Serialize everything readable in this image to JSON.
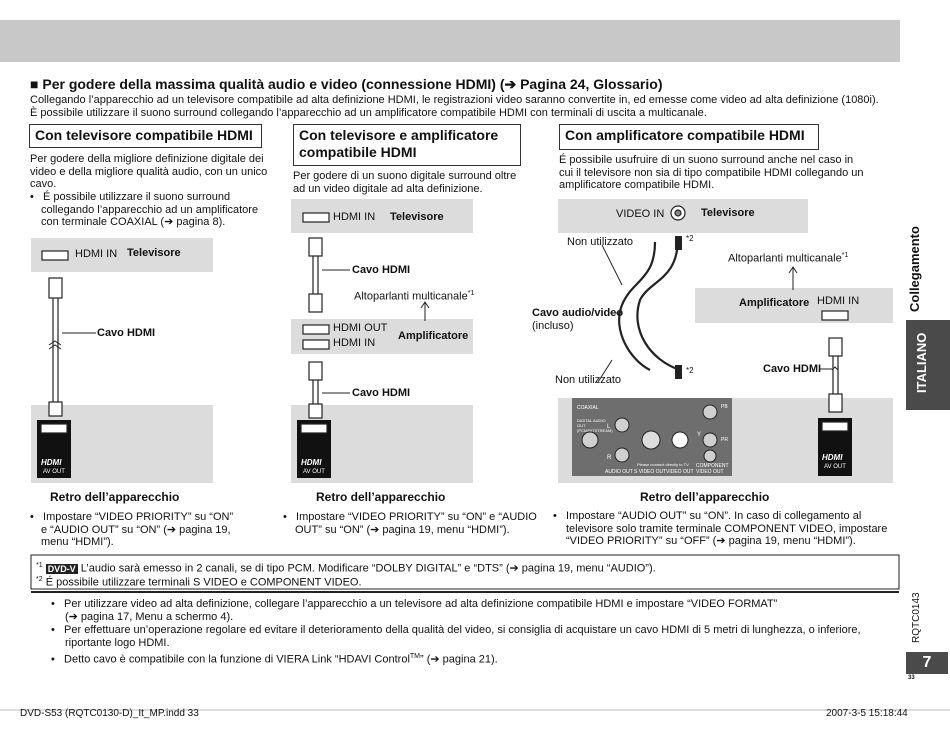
{
  "header": {
    "heading": "Per godere della massima qualità audio e video (connessione HDMI) (➔ Pagina 24, Glossario)",
    "intro_line1": "Collegando l’apparecchio ad un televisore compatibile ad alta definizione HDMI, le registrazioni video saranno convertite in, ed emesse come video ad alta definizione (1080i).",
    "intro_line2": "È possibile utilizzare il suono surround collegando l’apparecchio ad un amplificatore compatibile HDMI con terminali di uscita a multicanale."
  },
  "col1": {
    "title": "Con televisore compatibile HDMI",
    "desc": [
      "Per godere della migliore definizione digitale dei",
      "video e della migliore qualità audio, con un unico",
      "cavo."
    ],
    "bullet": [
      "É possibile utilizzare il suono surround",
      "collegando l’apparecchio ad un amplificatore",
      "con terminale COAXIAL (➔ pagina 8)."
    ],
    "tv_in": "HDMI IN",
    "tv": "Televisore",
    "cable": "Cavo HDMI",
    "hdmi_logo": "HDMI",
    "av_out": "AV OUT",
    "back": "Retro dell’apparecchio",
    "note": [
      "Impostare “VIDEO PRIORITY” su “ON”",
      "e “AUDIO OUT” su “ON” (➔ pagina 19,",
      "menu “HDMI”)."
    ]
  },
  "col2": {
    "title_line1": "Con televisore e amplificatore",
    "title_line2": "compatibile HDMI",
    "desc": [
      "Per godere di un suono digitale surround oltre",
      "ad un video digitale ad alta definizione."
    ],
    "tv_in": "HDMI IN",
    "tv": "Televisore",
    "cable1": "Cavo HDMI",
    "speakers": "Altoparlanti multicanale",
    "speakers_mark": "*1",
    "amp_out": "HDMI OUT",
    "amp_in": "HDMI IN",
    "amp": "Amplificatore",
    "cable2": "Cavo HDMI",
    "hdmi_logo": "HDMI",
    "av_out": "AV OUT",
    "back": "Retro dell’apparecchio",
    "note": [
      "Impostare “VIDEO PRIORITY” su “ON” e “AUDIO",
      "OUT” su “ON” (➔ pagina 19, menu “HDMI”)."
    ]
  },
  "col3": {
    "title": "Con amplificatore compatibile HDMI",
    "desc": [
      "É possibile usufruire di un suono surround anche nel caso in",
      "cui il televisore non sia di tipo compatibile HDMI collegando un",
      "amplificatore compatibile HDMI."
    ],
    "video_in": "VIDEO IN",
    "tv": "Televisore",
    "not_used1": "Non utilizzato",
    "mark2a": "*2",
    "speakers": "Altoparlanti multicanale",
    "speakers_mark": "*1",
    "amp": "Amplificatore",
    "amp_in": "HDMI IN",
    "cable_av": "Cavo audio/video",
    "included": "(incluso)",
    "not_used2": "Non utilizzato",
    "mark2b": "*2",
    "cable": "Cavo HDMI",
    "panel_labels": [
      "COAXIAL",
      "DIGITAL AUDIO OUT (PCM/BITSTREAM)",
      "Please connect directly to TV.",
      "AUDIO OUT",
      "S VIDEO OUT",
      "VIDEO OUT",
      "COMPONENT VIDEO OUT",
      "L",
      "R",
      "Y",
      "PB",
      "PR"
    ],
    "hdmi_logo": "HDMI",
    "av_out": "AV OUT",
    "back": "Retro dell’apparecchio",
    "note": [
      "Impostare “AUDIO OUT” su “ON”. In caso di collegamento al",
      "televisore solo tramite terminale COMPONENT VIDEO, impostare",
      "“VIDEO PRIORITY” su “OFF” (➔ pagina 19, menu “HDMI”)."
    ]
  },
  "footnotes": {
    "n1_mark": "*1",
    "badge": "DVD-V",
    "n1_text": "L’audio sarà emesso in 2 canali, se di tipo PCM. Modificare “DOLBY DIGITAL” e “DTS” (➔ pagina 19, menu “AUDIO”).",
    "n2_mark": "*2",
    "n2_text": "É possibile utilizzare terminali S VIDEO e COMPONENT VIDEO."
  },
  "bullets": [
    "Per utilizzare video ad alta definizione, collegare l’apparecchio a un televisore ad alta definizione compatibile HDMI e impostare “VIDEO FORMAT”",
    "(➔ pagina 17, Menu a schermo 4).",
    "Per effettuare un’operazione regolare ed evitare il deterioramento della qualità del video, si consiglia di acquistare un cavo HDMI di 5 metri di lunghezza, o inferiore,",
    "riportante logo HDMI.",
    "Detto cavo è compatibile con la funzione di VIERA Link “HDAVI Control",
    "TM",
    "” (➔ pagina 21)."
  ],
  "sidebar": {
    "section": "Collegamento",
    "language": "ITALIANO",
    "code": "RQTC0143",
    "page": "7",
    "page_small": "33"
  },
  "footer": {
    "file": "DVD-S53 (RQTC0130-D)_It_MP.indd   33",
    "date": "2007-3-5   15:18:44"
  },
  "colors": {
    "bar": "#c8c8c8",
    "panel": "#dcdcdc",
    "dark": "#4a4a4a"
  }
}
